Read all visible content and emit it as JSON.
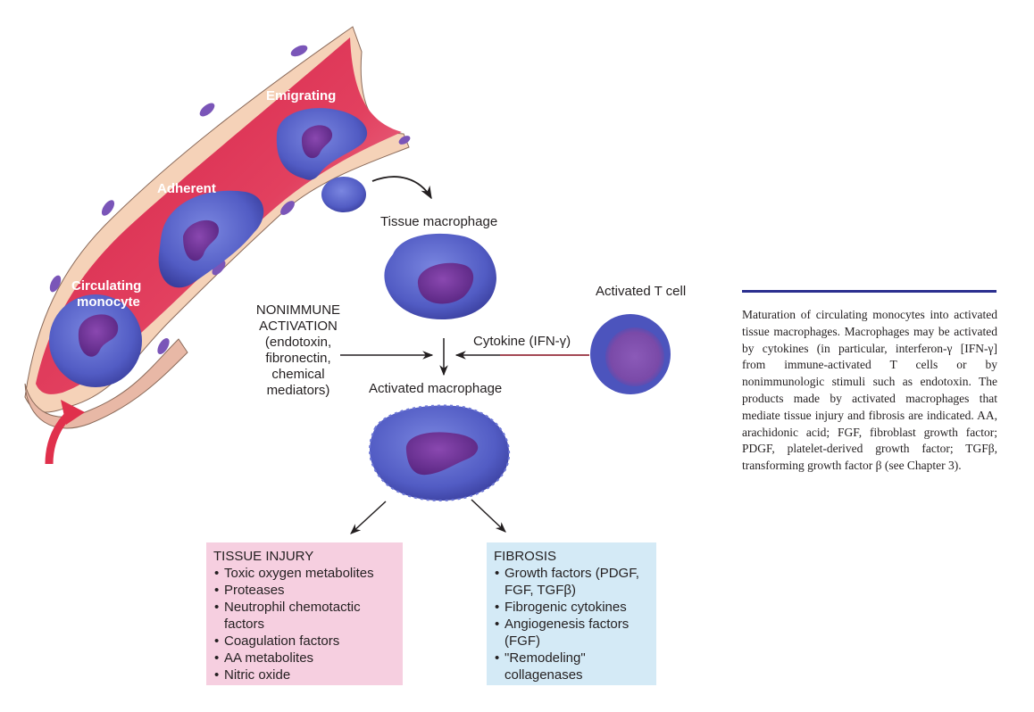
{
  "figure": {
    "vessel_labels": {
      "emigrating": "Emigrating",
      "adherent": "Adherent",
      "circulating_line1": "Circulating",
      "circulating_line2": "monocyte"
    },
    "tissue_macrophage_label": "Tissue macrophage",
    "activated_t_cell_label": "Activated T cell",
    "activated_macrophage_label": "Activated macrophage",
    "cytokine_label": "Cytokine (IFN-γ)",
    "nonimmune": {
      "lines": [
        "NONIMMUNE",
        "ACTIVATION",
        "(endotoxin,",
        "fibronectin,",
        "chemical",
        "mediators)"
      ]
    },
    "tissue_injury": {
      "title": "TISSUE INJURY",
      "items": [
        "Toxic oxygen metabolites",
        "Proteases",
        "Neutrophil chemotactic factors",
        "Coagulation factors",
        "AA metabolites",
        "Nitric oxide"
      ]
    },
    "fibrosis": {
      "title": "FIBROSIS",
      "items": [
        "Growth factors (PDGF, FGF, TGFβ)",
        "Fibrogenic cytokines",
        "Angiogenesis factors (FGF)",
        "\"Remodeling\" collagenases"
      ]
    },
    "colors": {
      "vessel_lumen": "#d9244a",
      "vessel_wall": "#f5d2b8",
      "cell_cytoplasm": "#5a63c8",
      "cell_nucleus": "#6a2f94",
      "tissue_injury_box": "#f6cfe0",
      "fibrosis_box": "#d4eaf6",
      "caption_rule": "#2b2f8f",
      "entry_arrow": "#e0304c"
    }
  },
  "caption": {
    "text": "Maturation of circulating monocytes into activated tissue macrophages. Macrophages may be activated by cytokines (in particular, interferon-γ [IFN-γ] from immune-activated T cells or by nonimmunologic stimuli such as endotoxin. The products made by activated macrophages that mediate tissue injury and fibrosis are indicated. AA, arachidonic acid; FGF, fibroblast growth factor; PDGF, platelet-derived growth factor; TGFβ, transforming growth factor β (see Chapter 3)."
  }
}
